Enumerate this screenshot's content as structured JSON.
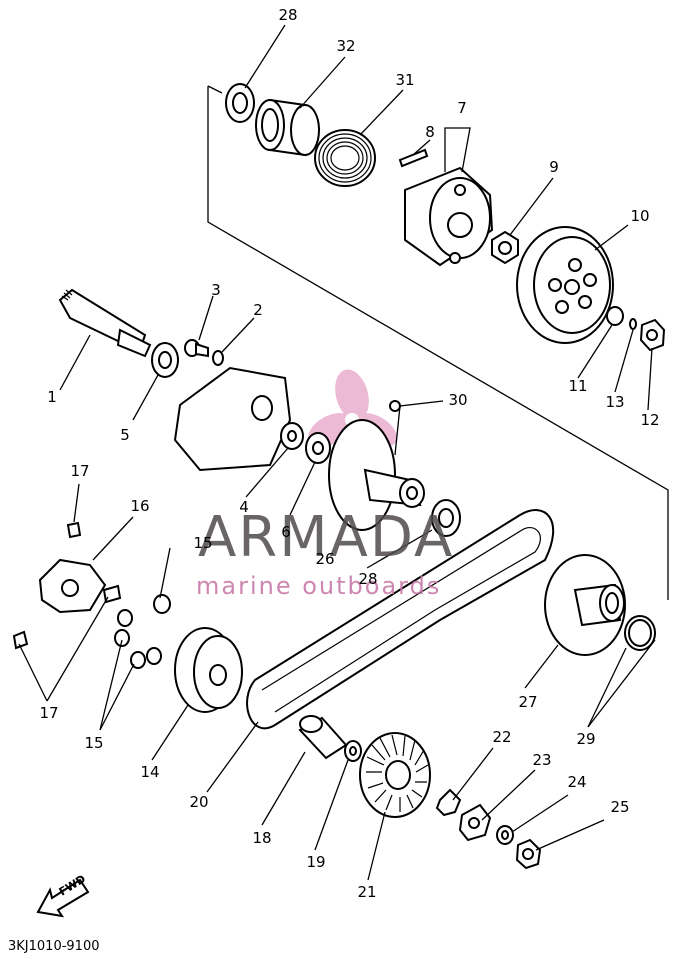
{
  "labels": {
    "n1": "1",
    "n2": "2",
    "n3": "3",
    "n4": "4",
    "n5": "5",
    "n6": "6",
    "n7": "7",
    "n8": "8",
    "n9": "9",
    "n10": "10",
    "n11": "11",
    "n12": "12",
    "n13": "13",
    "n14": "14",
    "n15a": "15",
    "n15b": "15",
    "n16": "16",
    "n17a": "17",
    "n17b": "17",
    "n18": "18",
    "n19": "19",
    "n20": "20",
    "n21": "21",
    "n22": "22",
    "n23": "23",
    "n24": "24",
    "n25": "25",
    "n26": "26",
    "n27": "27",
    "n28a": "28",
    "n28b": "28",
    "n29": "29",
    "n30": "30",
    "n31": "31",
    "n32": "32"
  },
  "watermark": {
    "brand": "ARMADA",
    "tagline": "marine outboards"
  },
  "diagram_code": "3KJ1010-9100",
  "fwd_label": "FWD",
  "colors": {
    "ink": "#000000",
    "logo_pink": "#e8a3c9",
    "wm_text": "#4f4a4d",
    "wm_tagline": "#c87aa8"
  }
}
